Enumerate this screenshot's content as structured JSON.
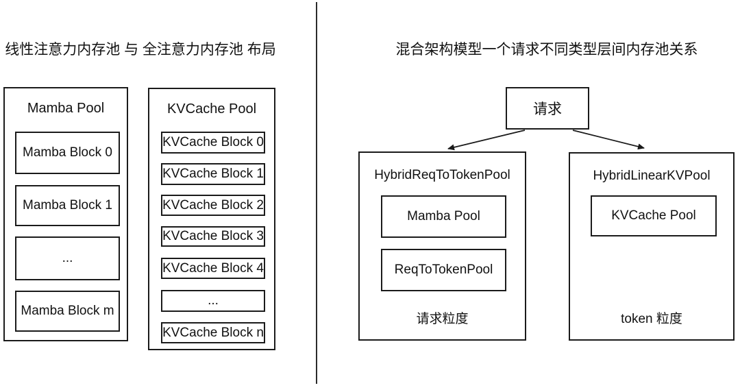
{
  "left": {
    "title": "线性注意力内存池 与 全注意力内存池 布局",
    "mamba_pool": {
      "title": "Mamba Pool",
      "blocks": [
        "Mamba Block 0",
        "Mamba Block 1",
        "...",
        "Mamba Block m"
      ]
    },
    "kvcache_pool": {
      "title": "KVCache Pool",
      "blocks": [
        "KVCache Block 0",
        "KVCache Block 1",
        "KVCache Block 2",
        "KVCache Block 3",
        "KVCache Block 4",
        "...",
        "KVCache Block n"
      ]
    }
  },
  "right": {
    "title": "混合架构模型一个请求不同类型层间内存池关系",
    "request_box": {
      "label": "请求"
    },
    "hybrid_req_to_token_pool": {
      "title": "HybridReqToTokenPool",
      "blocks": [
        "Mamba Pool",
        "ReqToTokenPool"
      ],
      "granularity": "请求粒度"
    },
    "hybrid_linear_kv_pool": {
      "title": "HybridLinearKVPool",
      "blocks": [
        "KVCache Pool"
      ],
      "granularity": "token 粒度"
    }
  },
  "colors": {
    "line": "#1a1a1a",
    "text": "#111111",
    "background": "#ffffff"
  }
}
